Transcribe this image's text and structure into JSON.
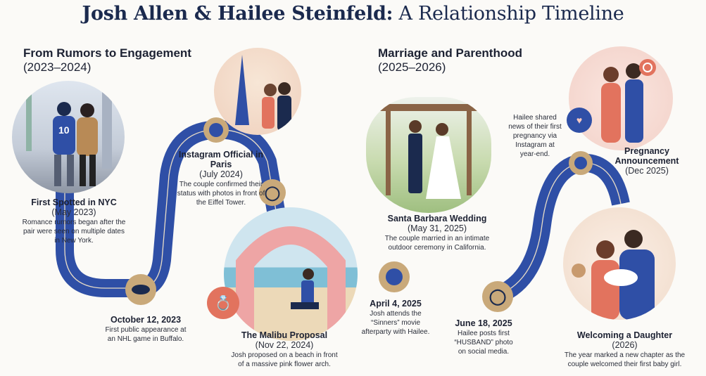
{
  "title": {
    "bold": "Josh Allen & Hailee Steinfeld:",
    "light": "A Relationship Timeline"
  },
  "sections": [
    {
      "title": "From Rumors to Engagement",
      "years": "(2023–2024)"
    },
    {
      "title": "Marriage and Parenthood",
      "years": "(2025–2026)"
    }
  ],
  "events": {
    "nyc": {
      "title": "First Spotted in NYC",
      "date": "(May 2023)",
      "text": "Romance rumors began after the pair were seen on multiple dates in New York.",
      "jersey": "10"
    },
    "nhl": {
      "title": "October 12, 2023",
      "text": "First public appearance at an NHL game in Buffalo."
    },
    "paris": {
      "title": "Instagram Official in Paris",
      "date": "(July 2024)",
      "text": "The couple confirmed their status with photos in front of the Eiffel Tower."
    },
    "malibu": {
      "title": "The Malibu Proposal",
      "date": "(Nov 22, 2024)",
      "text": "Josh proposed on a beach in front of a massive pink flower arch."
    },
    "sinners": {
      "title": "April 4, 2025",
      "text": "Josh attends the “Sinners” movie afterparty with Hailee."
    },
    "wedding": {
      "title": "Santa Barbara Wedding",
      "date": "(May 31, 2025)",
      "text": "The couple married in an intimate outdoor ceremony in California."
    },
    "husband": {
      "title": "June 18, 2025",
      "text": "Hailee posts first “HUSBAND” photo on social media."
    },
    "pregnancy": {
      "title": "Pregnancy Announcement",
      "date": "(Dec 2025)",
      "text": "Hailee shared news of their first pregnancy via Instagram at year-end."
    },
    "daughter": {
      "title": "Welcoming a Daughter",
      "date": "(2026)",
      "text": "The year marked a new chapter as the couple welcomed their first baby girl."
    }
  },
  "colors": {
    "road": "#2f4fa6",
    "gold": "#c9a97a",
    "navy": "#1b2a4e",
    "coral": "#e2735e"
  }
}
